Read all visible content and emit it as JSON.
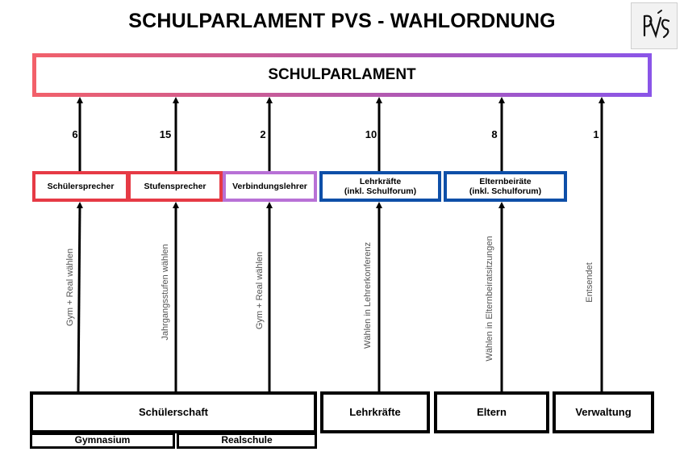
{
  "title": "SCHULPARLAMENT PVS - WAHLORDNUNG",
  "logo_text": "PVS",
  "top_box": "SCHULPARLAMENT",
  "mid_boxes": [
    {
      "label": "Schülersprecher",
      "count": "6",
      "vote_label": "Gym + Real wählen",
      "color": "#e63a45"
    },
    {
      "label": "Stufensprecher",
      "count": "15",
      "vote_label": "Jahrgangsstufen wählen",
      "color": "#e63a45"
    },
    {
      "label": "Verbindungslehrer",
      "count": "2",
      "vote_label": "Gym + Real wählen",
      "color": "#b871d6"
    },
    {
      "label": "Lehrkräfte\n(inkl. Schulforum)",
      "count": "10",
      "vote_label": "Wählen in Lehrerkonferenz",
      "color": "#0e4fa8"
    },
    {
      "label": "Elternbeiräte\n(inkl. Schulforum)",
      "count": "8",
      "vote_label": "Wählen in Elternbeiratsitzungen",
      "color": "#0e4fa8"
    }
  ],
  "verwaltung": {
    "count": "1",
    "vote_label": "Entsendet"
  },
  "bottom_boxes": {
    "schuelerschaft": "Schülerschaft",
    "gymnasium": "Gymnasium",
    "realschule": "Realschule",
    "lehrkraefte": "Lehrkräfte",
    "eltern": "Eltern",
    "verwaltung": "Verwaltung"
  }
}
